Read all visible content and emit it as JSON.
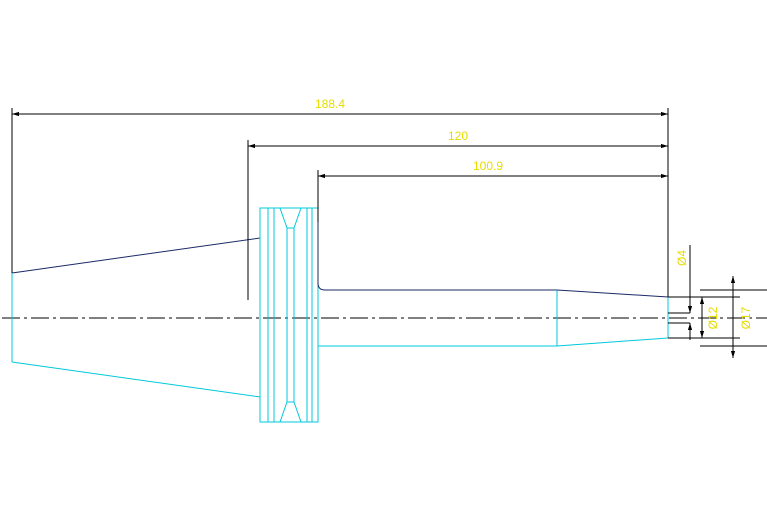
{
  "colors": {
    "background": "#ffffff",
    "part_outline": "#00c8dc",
    "part_top_outline": "#1a2a66",
    "dimension_line": "#000000",
    "dimension_text": "#e6dc00",
    "centerline": "#000000"
  },
  "dimensions": {
    "overall_length": "188.4",
    "flange_to_end": "120",
    "shank_length": "100.9",
    "bore_diameter": "Ø4",
    "body_diameter": "Ø12",
    "outer_diameter": "Ø17"
  }
}
